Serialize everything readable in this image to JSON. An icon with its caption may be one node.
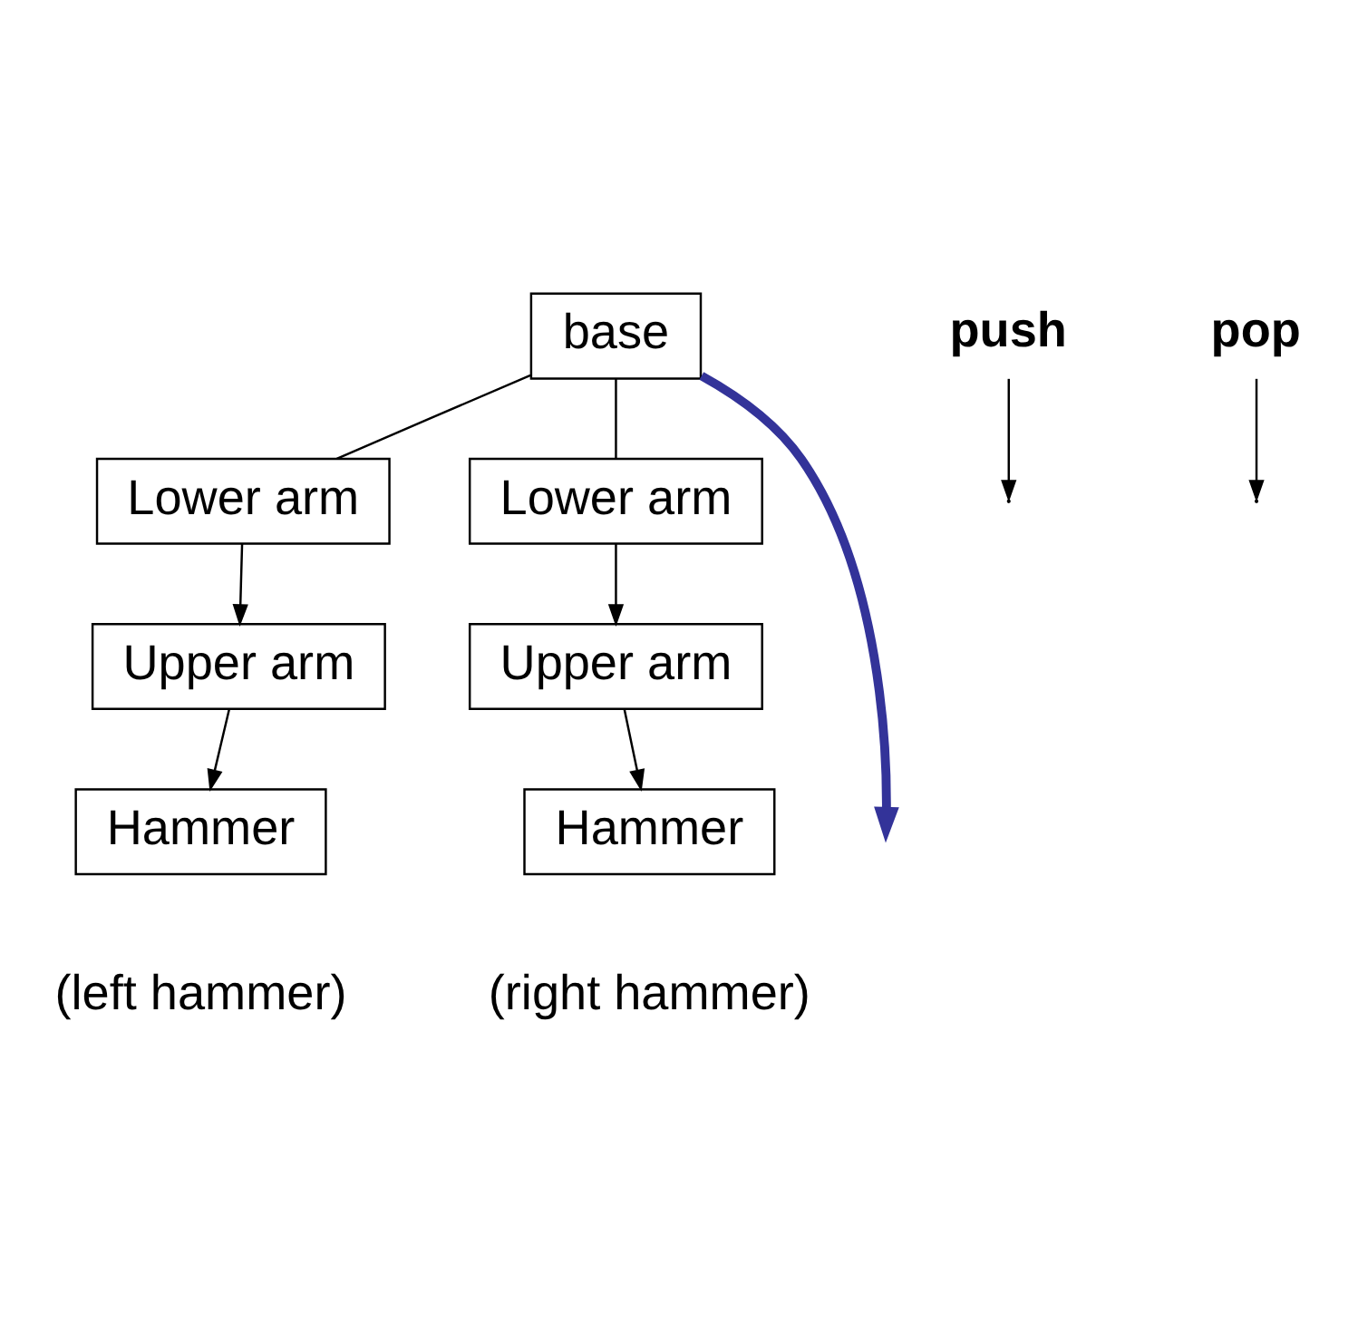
{
  "diagram": {
    "nodes": [
      {
        "text": [
          "base"
        ]
      },
      {
        "text": [
          "Lower arm"
        ]
      },
      {
        "text": [
          "Lower arm"
        ]
      },
      {
        "text": [
          "Upper arm"
        ]
      },
      {
        "text": [
          "Upper arm"
        ]
      },
      {
        "text": [
          "Hammer"
        ],
        "beside": [
          "(left hammer)"
        ]
      },
      {
        "text": [
          "Hammer"
        ],
        "beside": [
          "(right hammer)"
        ]
      },
      {
        "text": [
          "push"
        ]
      },
      {
        "text": [
          "pop"
        ]
      }
    ],
    "edges": [
      {
        "from": 0,
        "to": 1,
        "arrow": "none"
      },
      {
        "from": 0,
        "to": 2,
        "arrow": "none"
      },
      {
        "from": 1,
        "to": 3,
        "arrow": "to"
      },
      {
        "from": 3,
        "to": 5,
        "arrow": "to"
      },
      {
        "from": 2,
        "to": 4,
        "arrow": "to"
      },
      {
        "from": 4,
        "to": 6,
        "arrow": "to"
      },
      {
        "from": 7,
        "to": null,
        "arrow": "to"
      },
      {
        "from": 8,
        "to": null,
        "arrow": "to"
      },
      {
        "from": 0,
        "to": null,
        "arrow": "to",
        "style": "thick",
        "color": "#333399"
      }
    ]
  }
}
